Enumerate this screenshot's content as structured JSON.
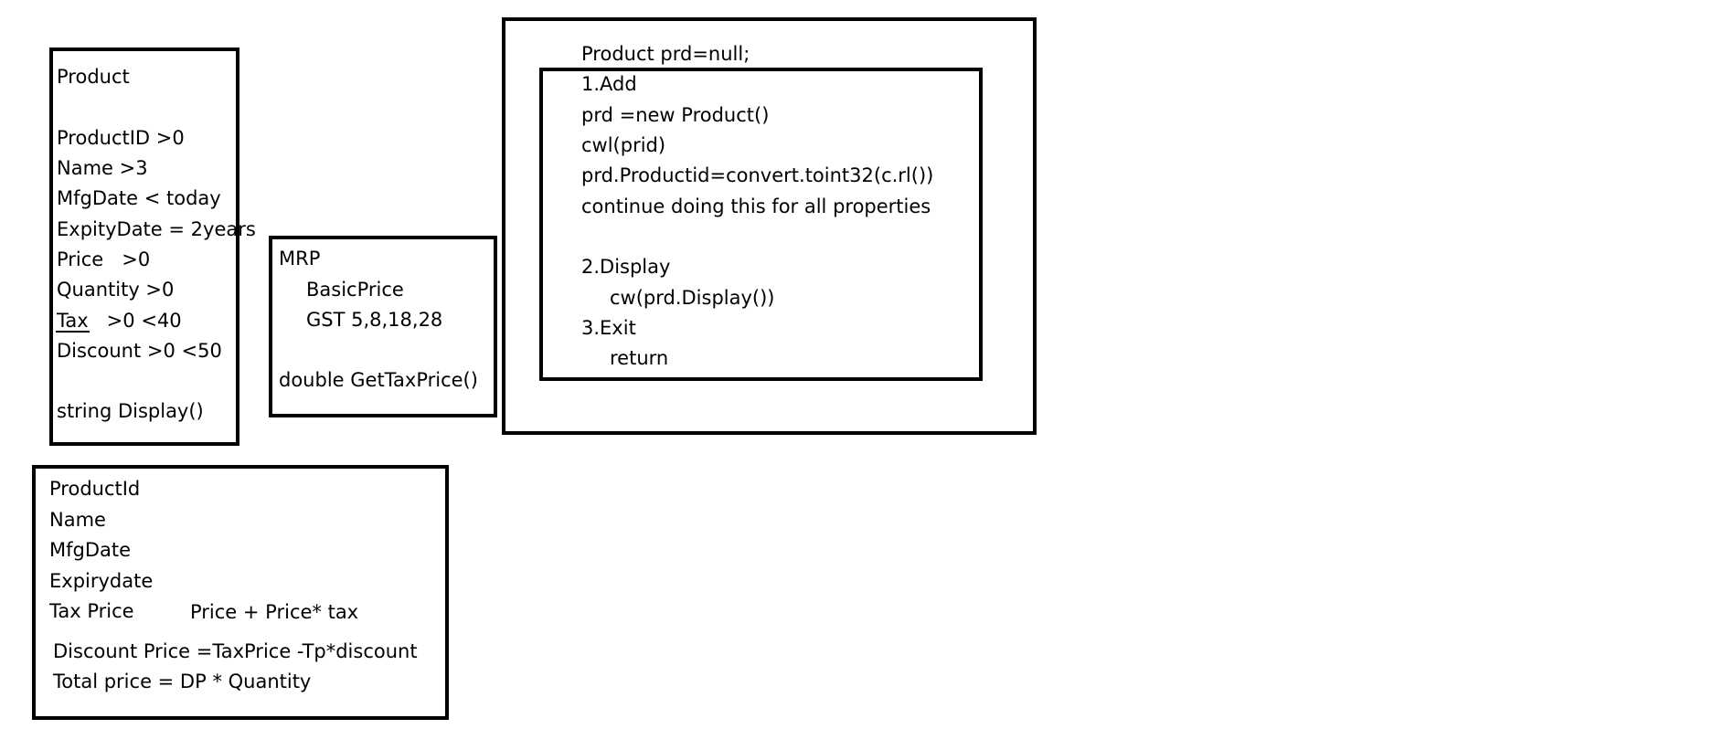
{
  "product_box": {
    "lines": [
      "Product",
      "",
      "ProductID >0",
      "Name >3",
      "MfgDate < today",
      "ExpityDate = 2years",
      "Price   >0",
      "Quantity >0",
      "Tax   >0 <40",
      "Discount >0 <50",
      "",
      "string Display()"
    ],
    "tax_word": "Tax",
    "tax_rest": "   >0 <40"
  },
  "mrp_box": {
    "title": "MRP",
    "basic_price": "BasicPrice",
    "gst": "GST 5,8,18,28",
    "method": "double GetTaxPrice()"
  },
  "menu_box": {
    "header": "Product prd=null;",
    "add": "1.Add",
    "new_product": "prd =new Product()",
    "cwl": "cwl(prid)",
    "assign": "prd.Productid=convert.toint32(c.rl())",
    "continue": "continue doing this for all properties",
    "display": "2.Display",
    "display_call": "cw(prd.Display())",
    "exit": "3.Exit",
    "return": "return"
  },
  "price_box": {
    "product_id": "ProductId",
    "name": "Name",
    "mfg_date": "MfgDate",
    "expiry_date": "Expirydate",
    "tax_price": "Tax Price",
    "tax_price_formula": "Price + Price* tax",
    "discount_price": "Discount Price =TaxPrice -Tp*discount",
    "total_price": "Total price = DP * Quantity"
  }
}
